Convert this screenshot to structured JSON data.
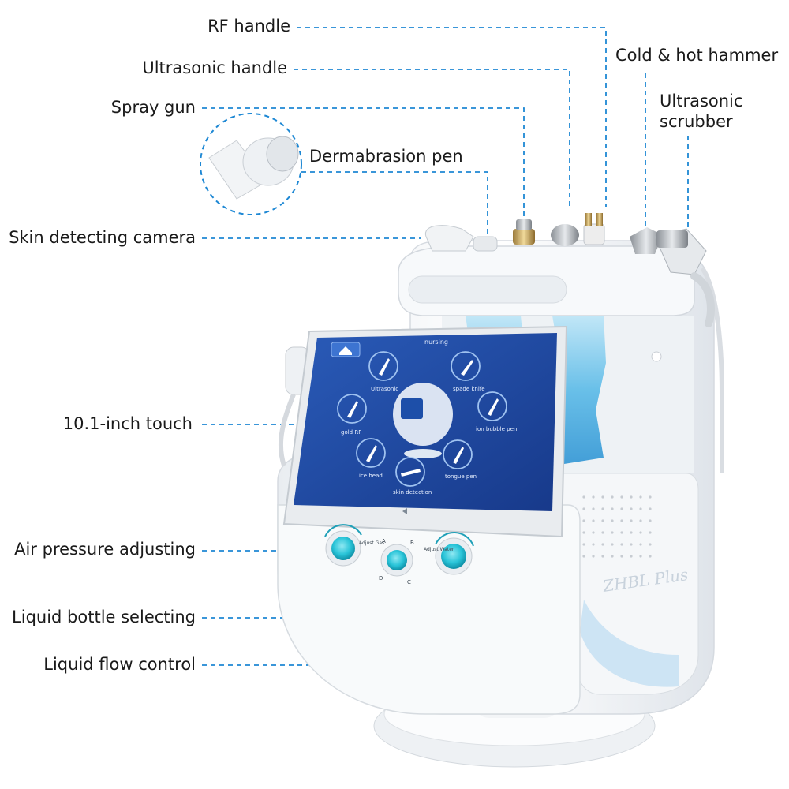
{
  "callouts": {
    "rf_handle": "RF handle",
    "ultrasonic_handle": "Ultrasonic handle",
    "spray_gun": "Spray gun",
    "dermabrasion_pen": "Dermabrasion pen",
    "skin_detecting_camera": "Skin detecting camera",
    "touch_screen": "10.1-inch touch",
    "air_pressure": "Air pressure adjusting",
    "liquid_bottle": "Liquid bottle selecting",
    "liquid_flow": "Liquid flow control",
    "cold_hot_hammer": "Cold & hot hammer",
    "ultrasonic_scrubber_line1": "Ultrasonic",
    "ultrasonic_scrubber_line2": "scrubber"
  },
  "screen": {
    "title": "nursing",
    "items": {
      "ultrasonic": "Ultrasonic",
      "spade_knife": "spade knife",
      "gold_rf": "gold RF",
      "ion_bubble_pen": "ion bubble pen",
      "ice_head": "ice head",
      "skin_detection": "skin detection",
      "tongue_pen": "tongue pen"
    }
  },
  "panel": {
    "knob_left_label": "Adjust Gas",
    "knob_right_label": "Adjust Water",
    "selector_a": "A",
    "selector_b": "B",
    "selector_c": "C",
    "selector_d": "D"
  },
  "brand": "ZHBL Plus",
  "colors": {
    "leader_line": "#1e88d4",
    "screen_bg": "#1f4fa8",
    "knob_cyan": "#29c4d8",
    "machine_white": "#f4f6f8",
    "water_blue": "#5bb8e6"
  }
}
